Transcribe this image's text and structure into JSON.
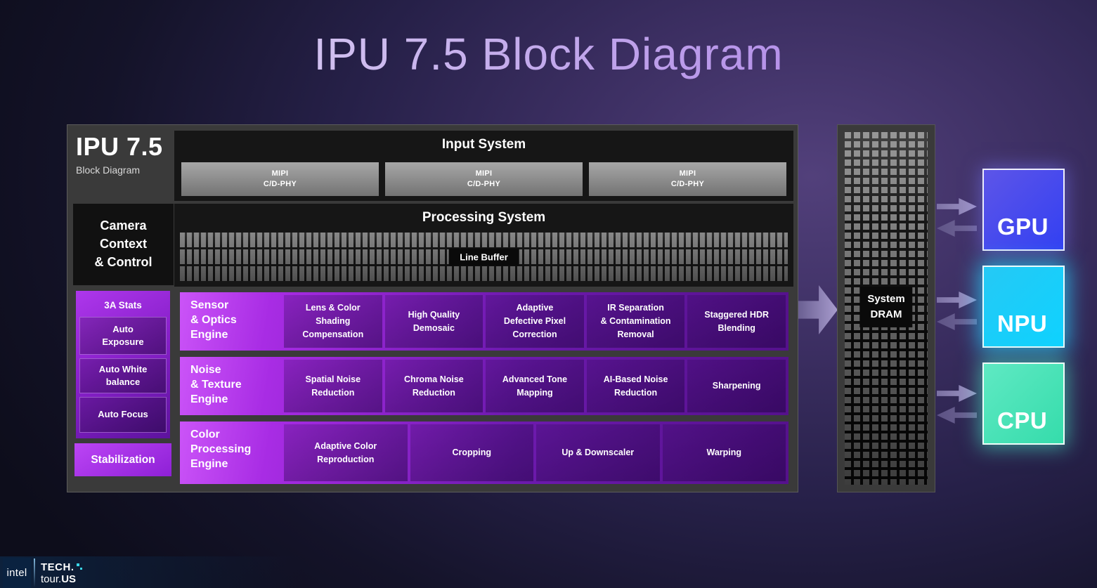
{
  "title": "IPU 7.5 Block Diagram",
  "ipu_block": {
    "name": "IPU 7.5",
    "subtitle": "Block Diagram"
  },
  "input_system": {
    "title": "Input System",
    "ports": [
      "MIPI\nC/D-PHY",
      "MIPI\nC/D-PHY",
      "MIPI\nC/D-PHY"
    ]
  },
  "processing_system": {
    "title": "Processing System",
    "line_buffer_label": "Line Buffer"
  },
  "camera": {
    "title": "Camera\nContext\n& Control",
    "stats_title": "3A Stats",
    "stats_items": [
      "Auto\nExposure",
      "Auto White\nbalance",
      "Auto Focus"
    ],
    "stabilization": "Stabilization"
  },
  "engines": [
    {
      "label": "Sensor\n& Optics\nEngine",
      "blocks": [
        "Lens & Color\nShading\nCompensation",
        "High Quality\nDemosaic",
        "Adaptive\nDefective Pixel\nCorrection",
        "IR Separation\n& Contamination\nRemoval",
        "Staggered HDR\nBlending"
      ]
    },
    {
      "label": "Noise\n& Texture\nEngine",
      "blocks": [
        "Spatial Noise\nReduction",
        "Chroma Noise\nReduction",
        "Advanced Tone\nMapping",
        "AI-Based Noise\nReduction",
        "Sharpening"
      ]
    },
    {
      "label": "Color\nProcessing\nEngine",
      "blocks": [
        "Adaptive Color\nReproduction",
        "Cropping",
        "Up & Downscaler",
        "Warping"
      ]
    }
  ],
  "dram": {
    "label": "System\nDRAM"
  },
  "processors": [
    {
      "name": "GPU",
      "color": "#3f45f0"
    },
    {
      "name": "NPU",
      "color": "#18cdfa"
    },
    {
      "name": "CPU",
      "color": "#45e2b7"
    }
  ],
  "footer": {
    "intel_logo": "intel",
    "tech_line1": "TECH.",
    "tour_light": "tour.",
    "tour_bold": "US"
  },
  "colors": {
    "engine_row_left": "#cb54f8",
    "engine_row_right": "#55118c",
    "background_glow": "#52407b",
    "panel_dark": "#161616",
    "frame_gray": "#3a3a3a"
  }
}
